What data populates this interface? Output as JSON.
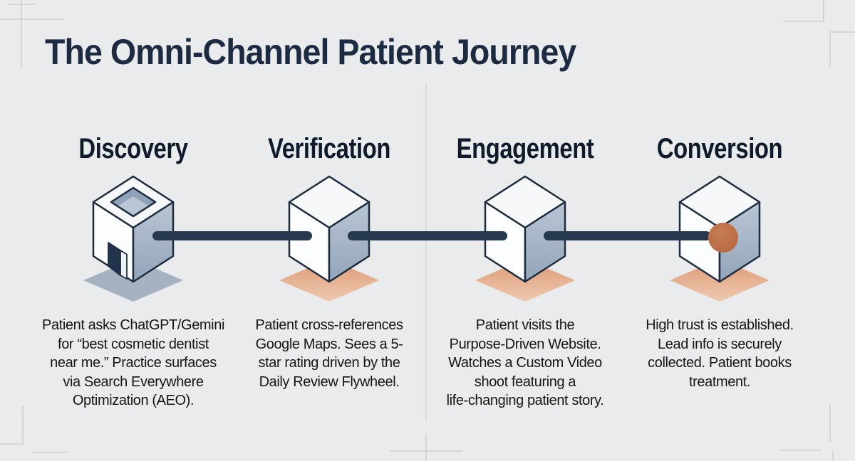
{
  "title": "The Omni-Channel Patient Journey",
  "stages": [
    {
      "label": "Discovery",
      "icon": "open-top-building-cube-icon",
      "description": "Patient asks ChatGPT/Gemini\nfor “best cosmetic dentist\nnear me.” Practice surfaces\nvia Search Everywhere\nOptimization (AEO)."
    },
    {
      "label": "Verification",
      "icon": "cube-icon",
      "description": "Patient cross-references\nGoogle Maps. Sees a 5-\nstar rating driven by the\nDaily Review Flywheel."
    },
    {
      "label": "Engagement",
      "icon": "cube-icon",
      "description": "Patient visits the\nPurpose-Driven Website.\nWatches a Custom Video\nshoot featuring a\nlife-changing patient story."
    },
    {
      "label": "Conversion",
      "icon": "cube-with-node-icon",
      "description": "High trust is established.\nLead info is securely\ncollected. Patient books\ntreatment."
    }
  ],
  "colors": {
    "background": "#e9ebec",
    "title_text": "#1d2b42",
    "heading_text": "#0f1b2a",
    "body_text": "#161616",
    "journey_line": "#26394f",
    "cube_outline": "#1e2c40",
    "cube_side_face": "#a7b6c9",
    "shadow_salmon": "#dfa07c",
    "shadow_gray": "#a6b1c2",
    "conversion_node": "#bd7049"
  }
}
